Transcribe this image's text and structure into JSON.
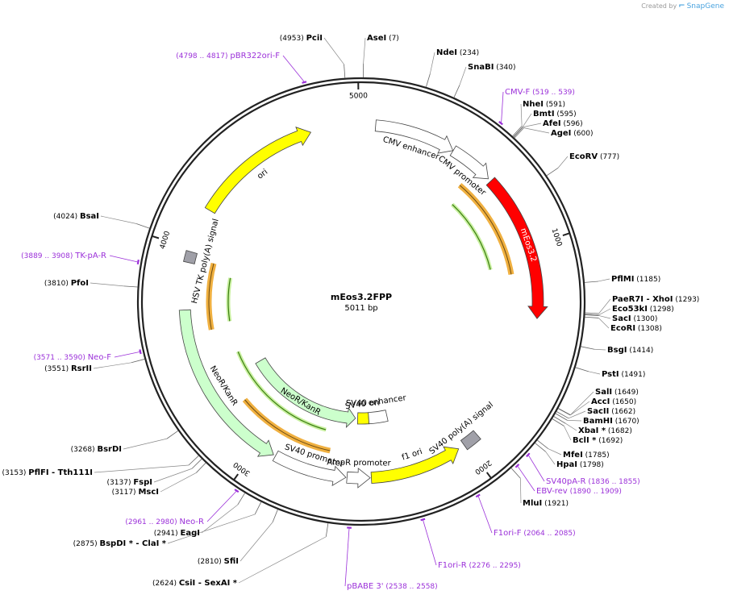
{
  "brand": {
    "created_by": "Created by",
    "product": "SnapGene"
  },
  "plasmid": {
    "name": "mEos3.2FPP",
    "size": "5011 bp",
    "length": 5011
  },
  "ticks": [
    {
      "pos": 1000,
      "label": "1000"
    },
    {
      "pos": 2000,
      "label": "2000"
    },
    {
      "pos": 3000,
      "label": "3000"
    },
    {
      "pos": 4000,
      "label": "4000"
    },
    {
      "pos": 5000,
      "label": "5000"
    }
  ],
  "features": [
    {
      "name": "ori",
      "label": "ori",
      "start": 4190,
      "end": 4780,
      "dir": 1,
      "ring": "inner",
      "color": "#ffff00"
    },
    {
      "name": "cmv-enhancer",
      "label": "CMV enhancer",
      "start": 65,
      "end": 435,
      "dir": 1,
      "ring": "inner",
      "color": "#ffffff"
    },
    {
      "name": "cmv-promoter",
      "label": "CMV promoter",
      "start": 436,
      "end": 640,
      "dir": 1,
      "ring": "inner",
      "color": "#ffffff"
    },
    {
      "name": "meos32",
      "label": "mEos3.2",
      "start": 655,
      "end": 1330,
      "dir": 1,
      "ring": "inner",
      "color": "#ff0000",
      "text_color": "#ffffff"
    },
    {
      "name": "sv40-polya",
      "label": "SV40 poly(A) signal",
      "start": 1935,
      "end": 2010,
      "dir": 0,
      "ring": "inner",
      "color": "#a0a0a8"
    },
    {
      "name": "f1-ori",
      "label": "f1 ori",
      "start": 2040,
      "end": 2460,
      "dir": -1,
      "ring": "inner",
      "color": "#ffff00"
    },
    {
      "name": "ampr-promoter",
      "label": "AmpR promoter",
      "start": 2465,
      "end": 2570,
      "dir": -1,
      "ring": "inner",
      "color": "#ffffff"
    },
    {
      "name": "sv40-promoter",
      "label": "SV40 promoter",
      "start": 2575,
      "end": 2910,
      "dir": -1,
      "ring": "inner",
      "color": "#ffffff"
    },
    {
      "name": "neor-kanr-outer",
      "label": "NeoR/KanR",
      "start": 2920,
      "end": 3720,
      "dir": -1,
      "ring": "inner",
      "color": "#ccffcc"
    },
    {
      "name": "hsv-tk-polya",
      "label": "HSV TK poly(A) signal",
      "start": 3935,
      "end": 3985,
      "dir": 0,
      "ring": "inner",
      "color": "#a0a0a8"
    }
  ],
  "inner_features": [
    {
      "name": "sv40-ori",
      "label": "SV40 ori",
      "start": 2455,
      "end": 2530,
      "dir": 0,
      "color": "#ffff00"
    },
    {
      "name": "sv40-enhancer",
      "label": "SV40 enhancer",
      "start": 2330,
      "end": 2455,
      "dir": 0,
      "color": "#ffffff"
    },
    {
      "name": "neor-kanr-inner",
      "label": "NeoR/KanR",
      "start": 2545,
      "end": 3335,
      "dir": -1,
      "color": "#ccffcc"
    }
  ],
  "primer_arrows": [
    {
      "name": "cmv-f-arrow",
      "start": 560,
      "end": 1110,
      "dir": 1,
      "r": 185,
      "orange": true
    },
    {
      "name": "tk-f-arrow",
      "start": 2670,
      "end": 3200,
      "dir": -1,
      "r": 185,
      "orange": true
    },
    {
      "name": "tk-r-arrow",
      "start": 3610,
      "end": 3960,
      "dir": 1,
      "r": 185,
      "orange": true
    }
  ],
  "sites": [
    {
      "name": "pci-i",
      "enzyme": "PciI",
      "pos": "(4953)",
      "bp": 4953,
      "side": "top-left"
    },
    {
      "name": "ase-i",
      "enzyme": "AseI",
      "pos": "(7)",
      "bp": 7,
      "side": "top"
    },
    {
      "name": "nde-i",
      "enzyme": "NdeI",
      "pos": "(234)",
      "bp": 234
    },
    {
      "name": "sna-bi",
      "enzyme": "SnaBI",
      "pos": "(340)",
      "bp": 340
    },
    {
      "name": "nhe-i",
      "enzyme": "NheI",
      "pos": "(591)",
      "bp": 591
    },
    {
      "name": "bmt-i",
      "enzyme": "BmtI",
      "pos": "(595)",
      "bp": 595
    },
    {
      "name": "afe-i",
      "enzyme": "AfeI",
      "pos": "(596)",
      "bp": 596
    },
    {
      "name": "age-i",
      "enzyme": "AgeI",
      "pos": "(600)",
      "bp": 600
    },
    {
      "name": "eco-rv",
      "enzyme": "EcoRV",
      "pos": "(777)",
      "bp": 777
    },
    {
      "name": "pfl-mi",
      "enzyme": "PflMI",
      "pos": "(1185)",
      "bp": 1185
    },
    {
      "name": "pae-r7i",
      "enzyme": "PaeR7I",
      "extra": "XhoI",
      "pos": "(1293)",
      "bp": 1293
    },
    {
      "name": "eco53ki",
      "enzyme": "Eco53kI",
      "pos": "(1298)",
      "bp": 1298
    },
    {
      "name": "sac-i",
      "enzyme": "SacI",
      "pos": "(1300)",
      "bp": 1300
    },
    {
      "name": "eco-ri",
      "enzyme": "EcoRI",
      "pos": "(1308)",
      "bp": 1308
    },
    {
      "name": "bsg-i",
      "enzyme": "BsgI",
      "pos": "(1414)",
      "bp": 1414
    },
    {
      "name": "pst-i",
      "enzyme": "PstI",
      "pos": "(1491)",
      "bp": 1491
    },
    {
      "name": "sal-i",
      "enzyme": "SalI",
      "pos": "(1649)",
      "bp": 1649
    },
    {
      "name": "acc-i",
      "enzyme": "AccI",
      "pos": "(1650)",
      "bp": 1650
    },
    {
      "name": "sac-ii",
      "enzyme": "SacII",
      "pos": "(1662)",
      "bp": 1662
    },
    {
      "name": "bam-hi",
      "enzyme": "BamHI",
      "pos": "(1670)",
      "bp": 1670
    },
    {
      "name": "xba-i",
      "enzyme": "XbaI *",
      "pos": "(1682)",
      "bp": 1682
    },
    {
      "name": "bcl-i",
      "enzyme": "BclI *",
      "pos": "(1692)",
      "bp": 1692
    },
    {
      "name": "mfe-i",
      "enzyme": "MfeI",
      "pos": "(1785)",
      "bp": 1785
    },
    {
      "name": "hpa-i",
      "enzyme": "HpaI",
      "pos": "(1798)",
      "bp": 1798
    },
    {
      "name": "mlu-i",
      "enzyme": "MluI",
      "pos": "(1921)",
      "bp": 1921
    },
    {
      "name": "csi-i",
      "enzyme": "CsiI",
      "extra": "SexAI *",
      "pos": "(2624)",
      "bp": 2624
    },
    {
      "name": "sfi-i",
      "enzyme": "SfiI",
      "pos": "(2810)",
      "bp": 2810
    },
    {
      "name": "bsp-di",
      "enzyme": "BspDI *",
      "extra": "ClaI *",
      "pos": "(2875)",
      "bp": 2875
    },
    {
      "name": "eag-i",
      "enzyme": "EagI",
      "pos": "(2941)",
      "bp": 2941
    },
    {
      "name": "msc-i",
      "enzyme": "MscI",
      "pos": "(3117)",
      "bp": 3117
    },
    {
      "name": "fsp-i",
      "enzyme": "FspI",
      "pos": "(3137)",
      "bp": 3137
    },
    {
      "name": "pfl-fi",
      "enzyme": "PflFI",
      "extra": "Tth111I",
      "pos": "(3153)",
      "bp": 3153
    },
    {
      "name": "bsr-di",
      "enzyme": "BsrDI",
      "pos": "(3268)",
      "bp": 3268
    },
    {
      "name": "rsr-ii",
      "enzyme": "RsrII",
      "pos": "(3551)",
      "bp": 3551
    },
    {
      "name": "pfo-i",
      "enzyme": "PfoI",
      "pos": "(3810)",
      "bp": 3810
    },
    {
      "name": "bsa-i",
      "enzyme": "BsaI",
      "pos": "(4024)",
      "bp": 4024
    }
  ],
  "primers": [
    {
      "name": "pbr322ori-f",
      "label": "pBR322ori-F",
      "pos": "(4798 .. 4817)",
      "bp": 4808
    },
    {
      "name": "cmv-f",
      "label": "CMV-F",
      "pos": "(519 .. 539)",
      "bp": 529
    },
    {
      "name": "tk-pa-r",
      "label": "TK-pA-R",
      "pos": "(3889 .. 3908)",
      "bp": 3898
    },
    {
      "name": "neo-f",
      "label": "Neo-F",
      "pos": "(3571 .. 3590)",
      "bp": 3580
    },
    {
      "name": "sv40pa-r",
      "label": "SV40pA-R",
      "pos": "(1836 .. 1855)",
      "bp": 1846
    },
    {
      "name": "ebv-rev",
      "label": "EBV-rev",
      "pos": "(1890 .. 1909)",
      "bp": 1900
    },
    {
      "name": "f1ori-f",
      "label": "F1ori-F",
      "pos": "(2064 .. 2085)",
      "bp": 2074
    },
    {
      "name": "f1ori-r",
      "label": "F1ori-R",
      "pos": "(2276 .. 2295)",
      "bp": 2286
    },
    {
      "name": "pbabe-3",
      "label": "pBABE 3'",
      "pos": "(2538 .. 2558)",
      "bp": 2548
    },
    {
      "name": "neo-r",
      "label": "Neo-R",
      "pos": "(2961 .. 2980)",
      "bp": 2970
    }
  ],
  "colors": {
    "primer": "#9b30d9",
    "backbone": "#222222",
    "site_line": "#555555"
  }
}
